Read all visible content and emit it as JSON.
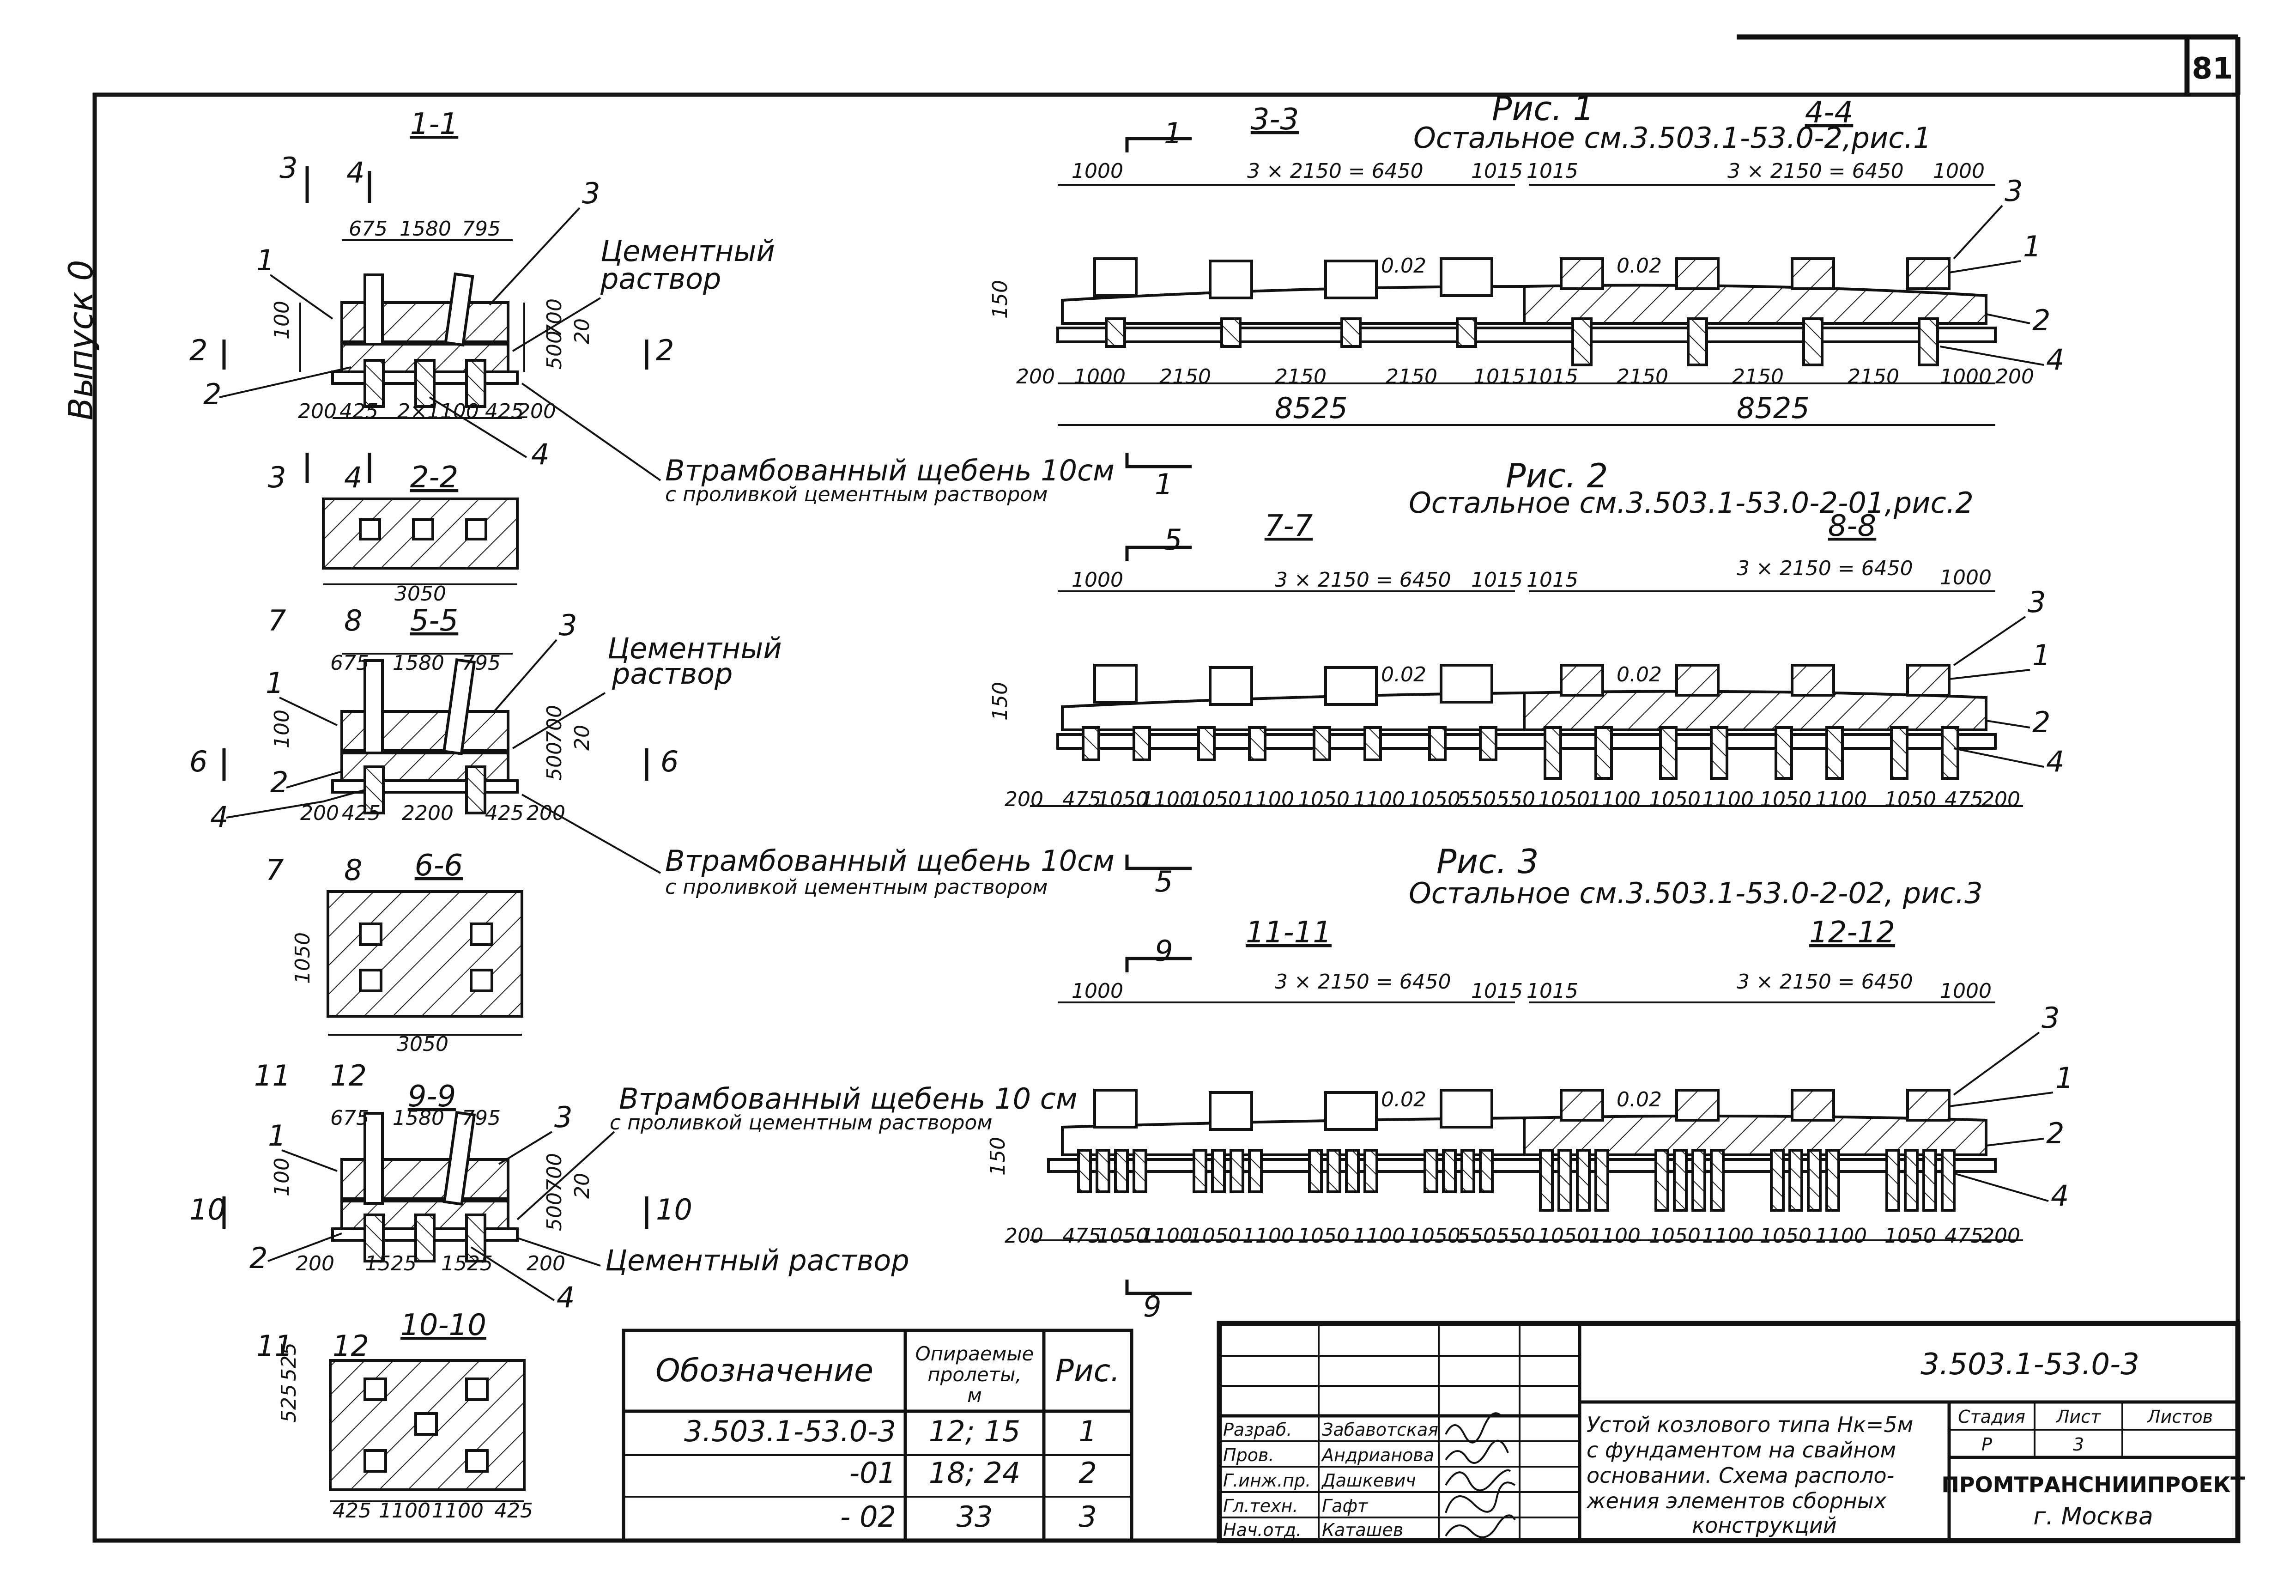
{
  "sheet": {
    "page_number": "81",
    "vertical_title": "Выпуск 0"
  },
  "left_sections": {
    "s1_title": "1-1",
    "s1_marks": [
      "3",
      "4",
      "3",
      "4",
      "2",
      "2"
    ],
    "s1_dims_top": [
      "675",
      "1580",
      "795"
    ],
    "s1_dims_bottom": [
      "200",
      "425",
      "2×1100",
      "425",
      "200"
    ],
    "s1_dims_side": [
      "100",
      "700",
      "20",
      "500"
    ],
    "s1_callouts": [
      "1",
      "2",
      "3",
      "4"
    ],
    "s1_note_mortar": [
      "Цементный",
      "раствор"
    ],
    "s1_note_gravel": [
      "Втрамбованный щебень 10см",
      "с проливкой цементным раствором"
    ],
    "s2_title": "2-2",
    "s2_dim": "3050",
    "s5_title": "5-5",
    "s5_marks": [
      "7",
      "8",
      "7",
      "8",
      "6",
      "6"
    ],
    "s5_dims_top": [
      "675",
      "1580",
      "795"
    ],
    "s5_dims_bottom": [
      "200",
      "425",
      "2200",
      "425",
      "200"
    ],
    "s5_dims_side": [
      "100",
      "700",
      "20",
      "500"
    ],
    "s5_callouts": [
      "1",
      "2",
      "3",
      "4"
    ],
    "s5_note_mortar": [
      "Цементный",
      "раствор"
    ],
    "s5_note_gravel": [
      "Втрамбованный щебень 10см",
      "с проливкой цементным раствором"
    ],
    "s6_title": "6-6",
    "s6_dims": [
      "1050",
      "3050"
    ],
    "s9_title": "9-9",
    "s9_marks": [
      "11",
      "12",
      "11",
      "12",
      "10",
      "10"
    ],
    "s9_dims_top": [
      "675",
      "1580",
      "795"
    ],
    "s9_dims_bottom": [
      "200",
      "1525",
      "1525",
      "200"
    ],
    "s9_dims_side": [
      "100",
      "700",
      "20",
      "500"
    ],
    "s9_callouts": [
      "1",
      "2",
      "3",
      "4"
    ],
    "s9_note_gravel": [
      "Втрамбованный щебень 10 см",
      "с проливкой цементным раствором"
    ],
    "s9_note_mortar": "Цементный раствор",
    "s10_title": "10-10",
    "s10_dims_side": [
      "525",
      "525"
    ],
    "s10_dims_bottom": [
      "425",
      "1100",
      "1100",
      "425"
    ]
  },
  "fig1": {
    "caption": "Рис. 1",
    "ref": "Остальное см.3.503.1-53.0-2,рис.1",
    "sec_left": "3-3",
    "sec_right": "4-4",
    "cut": "1",
    "top_dims_left": [
      "1000",
      "3 × 2150 = 6450",
      "1015"
    ],
    "top_dims_right": [
      "1015",
      "3 × 2150 = 6450",
      "1000"
    ],
    "slope": "0.02",
    "side_dim": "150",
    "bot_dims": [
      "200",
      "1000",
      "2150",
      "2150",
      "2150",
      "1015",
      "1015",
      "2150",
      "2150",
      "2150",
      "1000",
      "200"
    ],
    "total_dims": [
      "8525",
      "8525"
    ],
    "callouts": [
      "3",
      "1",
      "2",
      "4"
    ]
  },
  "fig2": {
    "caption": "Рис. 2",
    "ref": "Остальное см.3.503.1-53.0-2-01,рис.2",
    "sec_left": "7-7",
    "sec_right": "8-8",
    "cut": "5",
    "top_dims_left": [
      "1000",
      "3 × 2150 = 6450",
      "1015"
    ],
    "top_dims_right": [
      "1015",
      "3 × 2150 = 6450",
      "1000"
    ],
    "slope": "0.02",
    "side_dim": "150",
    "bot_dims": [
      "200",
      "475",
      "1050",
      "1100",
      "1050",
      "1100",
      "1050",
      "1100",
      "1050",
      "550",
      "550",
      "1050",
      "1100",
      "1050",
      "1100",
      "1050",
      "1100",
      "1050",
      "475",
      "200"
    ],
    "callouts": [
      "3",
      "1",
      "2",
      "4"
    ]
  },
  "fig3": {
    "caption": "Рис. 3",
    "ref": "Остальное см.3.503.1-53.0-2-02, рис.3",
    "sec_left": "11-11",
    "sec_right": "12-12",
    "cut": "9",
    "top_dims_left": [
      "1000",
      "3 × 2150 = 6450",
      "1015"
    ],
    "top_dims_right": [
      "1015",
      "3 × 2150 = 6450",
      "1000"
    ],
    "slope": "0.02",
    "side_dim": "150",
    "bot_dims": [
      "200",
      "475",
      "1050",
      "1100",
      "1050",
      "1100",
      "1050",
      "1100",
      "1050",
      "550",
      "550",
      "1050",
      "1100",
      "1050",
      "1100",
      "1050",
      "1100",
      "1050",
      "475",
      "200"
    ],
    "callouts": [
      "3",
      "1",
      "2",
      "4"
    ]
  },
  "spec_table": {
    "headers": [
      "Обозначение",
      "Опираемые пролеты, м",
      "Рис."
    ],
    "rows": [
      [
        "3.503.1-53.0-3",
        "12; 15",
        "1"
      ],
      [
        "-01",
        "18; 24",
        "2"
      ],
      [
        "- 02",
        "33",
        "3"
      ]
    ]
  },
  "title_block": {
    "code": "3.503.1-53.0-3",
    "title_lines": [
      "Устой козлового типа Нк=5м",
      "с фундаментом на свайном",
      "основании. Схема располо-",
      "жения элементов сборных",
      "конструкций"
    ],
    "stage_header": [
      "Стадия",
      "Лист",
      "Листов"
    ],
    "stage_values": [
      "Р",
      "3",
      ""
    ],
    "org": "ПРОМТРАНСНИИПРОЕКТ",
    "city": "г. Москва",
    "roles": [
      "Разраб.",
      "Пров.",
      "Г.инж.пр.",
      "Гл.техн.",
      "Нач.отд."
    ],
    "names": [
      "Забавотская",
      "Андрианова",
      "Дашкевич",
      "Гафт",
      "Каташев"
    ]
  }
}
